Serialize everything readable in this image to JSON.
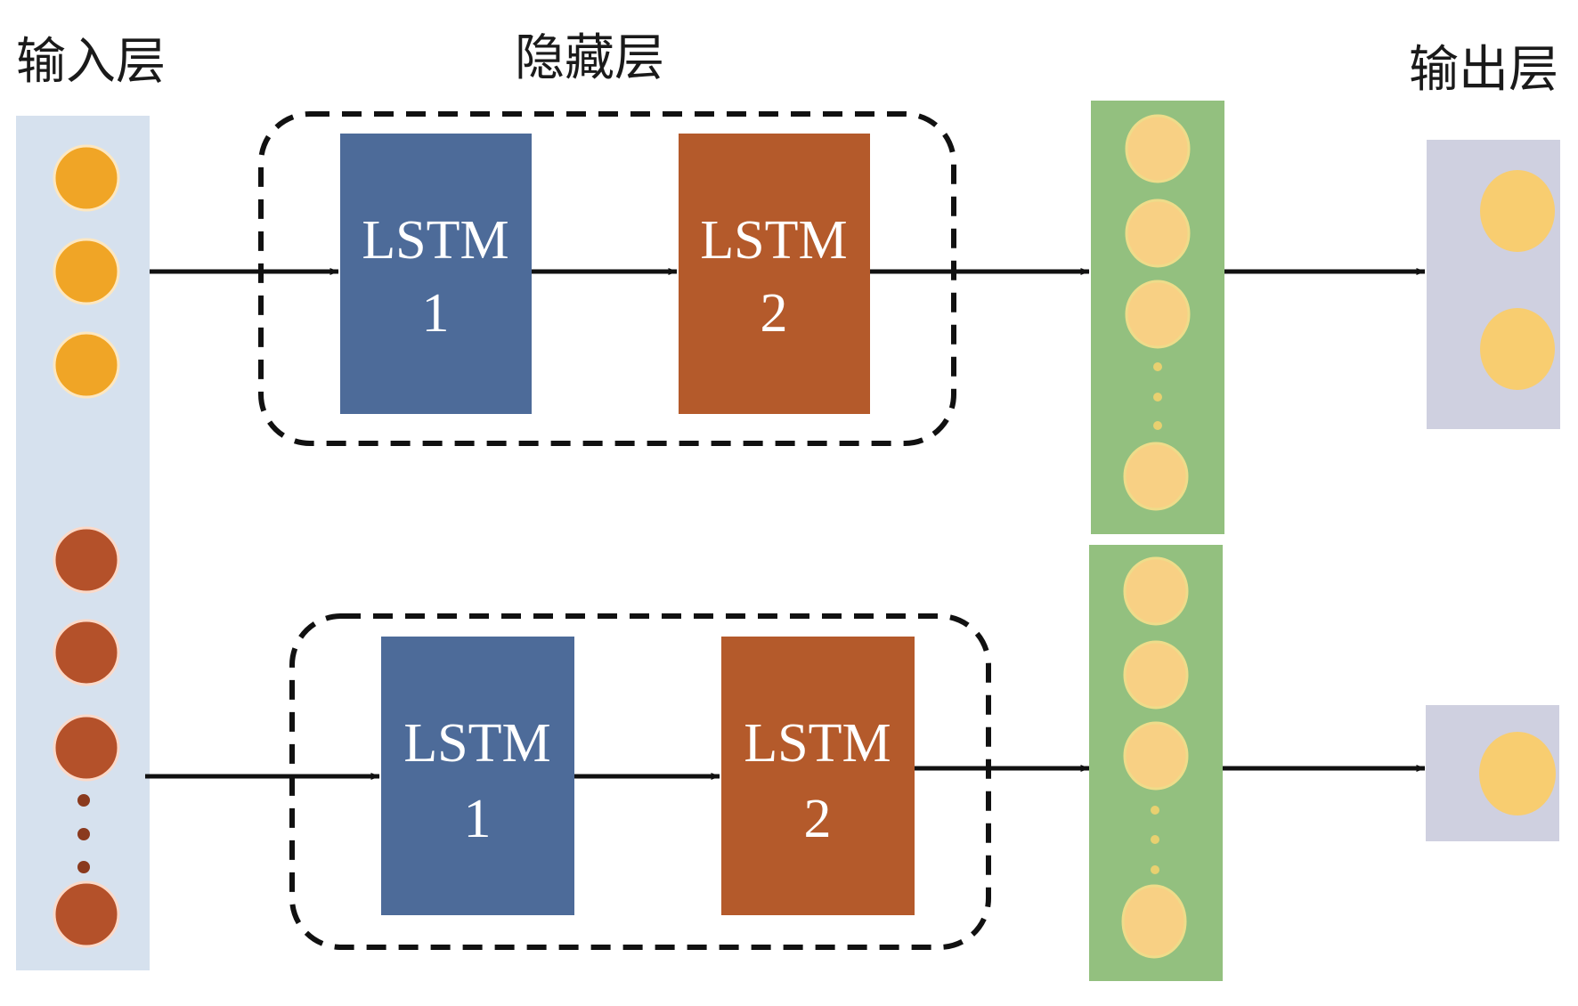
{
  "labels": {
    "input_layer": "输入层",
    "hidden_layer": "隐藏层",
    "output_layer": "输出层"
  },
  "branches": [
    {
      "name": "top",
      "lstm_blocks": [
        {
          "title": "LSTM",
          "index": "1"
        },
        {
          "title": "LSTM",
          "index": "2"
        }
      ],
      "dense_nodes": 4,
      "output_nodes": 2
    },
    {
      "name": "bottom",
      "lstm_blocks": [
        {
          "title": "LSTM",
          "index": "1"
        },
        {
          "title": "LSTM",
          "index": "2"
        }
      ],
      "dense_nodes": 4,
      "output_nodes": 1
    }
  ],
  "input_nodes": {
    "group_a_count": 3,
    "group_b_count": 4
  },
  "colors": {
    "input_panel": "#d6e1ee",
    "input_node_a": "#f0a526",
    "input_node_b": "#b4512a",
    "lstm_1": "#4d6b99",
    "lstm_2": "#b45a2b",
    "dense_panel": "#93c07f",
    "dense_node": "#f8d084",
    "output_panel": "#cfd0e0",
    "output_node": "#f8cd70",
    "arrow": "#111111"
  }
}
